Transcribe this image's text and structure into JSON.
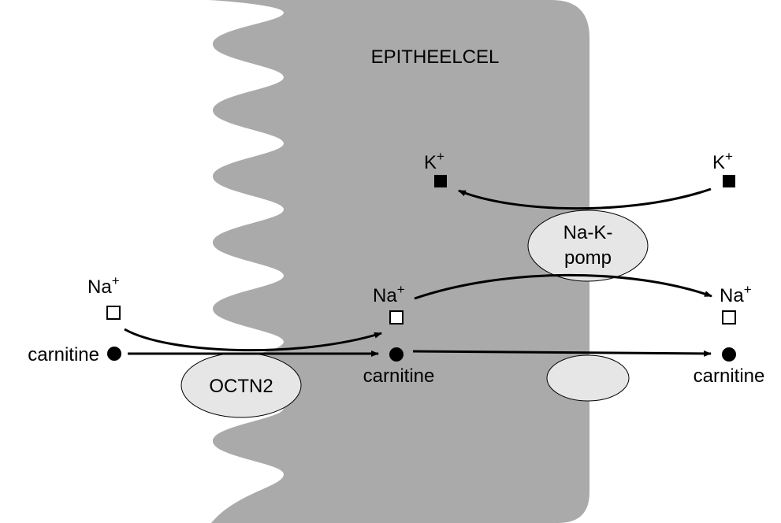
{
  "cell": {
    "label": "EPITHEELCEL"
  },
  "transporters": {
    "octn2": "OCTN2",
    "pump_line1": "Na-K-",
    "pump_line2": "pomp",
    "basolateral": ""
  },
  "ions": {
    "na": "Na",
    "k": "K",
    "charge": "+",
    "carnitine": "carnitine"
  },
  "colors": {
    "cell": "#aaaaaa",
    "transporter": "#e6e6e6",
    "ink": "#000000",
    "background": "#ffffff"
  },
  "symbols": {
    "carnitine": "filled-circle",
    "sodium": "open-square",
    "potassium": "filled-square"
  }
}
